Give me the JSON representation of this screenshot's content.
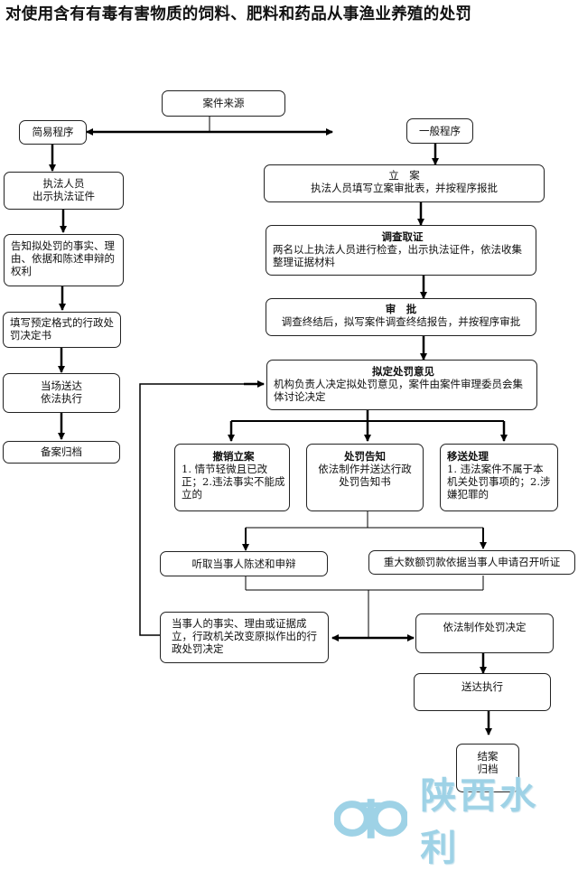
{
  "title": "对使用含有有毒有害物质的饲料、肥料和药品从事渔业养殖的处罚",
  "nodes": {
    "case_source": "案件来源",
    "simple_procedure": "简易程序",
    "general_procedure": "一般程序",
    "simple_steps": [
      [
        "执法人员",
        "出示执法证件"
      ],
      [
        "告知拟处罚的事实、理由、依据和陈述申辩的权利"
      ],
      [
        "填写预定格式的行政处罚决定书"
      ],
      [
        "当场送达",
        "依法执行"
      ],
      [
        "备案归档"
      ]
    ],
    "filing": {
      "heading": "立　案",
      "text": "执法人员填写立案审批表，并按程序报批"
    },
    "investigation": {
      "heading": "调查取证",
      "text": "两名以上执法人员进行检查，出示执法证件，依法收集整理证据材料"
    },
    "approval": {
      "heading": "审　批",
      "text": "调查终结后，拟写案件调查终结报告，并按程序审批"
    },
    "draft_opinion": {
      "heading": "拟定处罚意见",
      "text": "机构负责人决定拟处罚意见，案件由案件审理委员会集体讨论决定"
    },
    "revoke": {
      "heading": "撤销立案",
      "text": "1. 情节轻微且已改正；2.违法事实不能成立的"
    },
    "notice": {
      "heading": "处罚告知",
      "text": "依法制作并送达行政处罚告知书"
    },
    "transfer": {
      "heading": "移送处理",
      "text": "1. 违法案件不属于本机关处罚事项的；2.涉嫌犯罪的"
    },
    "hear_statement": "听取当事人陈述和申辩",
    "hearing": "重大数额罚款依据当事人申请召开听证",
    "change_decision": "当事人的事实、理由或证据成立，行政机关改变原拟作出的行政处罚决定",
    "make_decision": "依法制作处罚决定",
    "deliver": "送达执行",
    "close": [
      "结案",
      "归档"
    ]
  },
  "watermark": {
    "logo": "water-conservancy-logo",
    "text": "陕西水利",
    "color": "#9ed2e6"
  }
}
